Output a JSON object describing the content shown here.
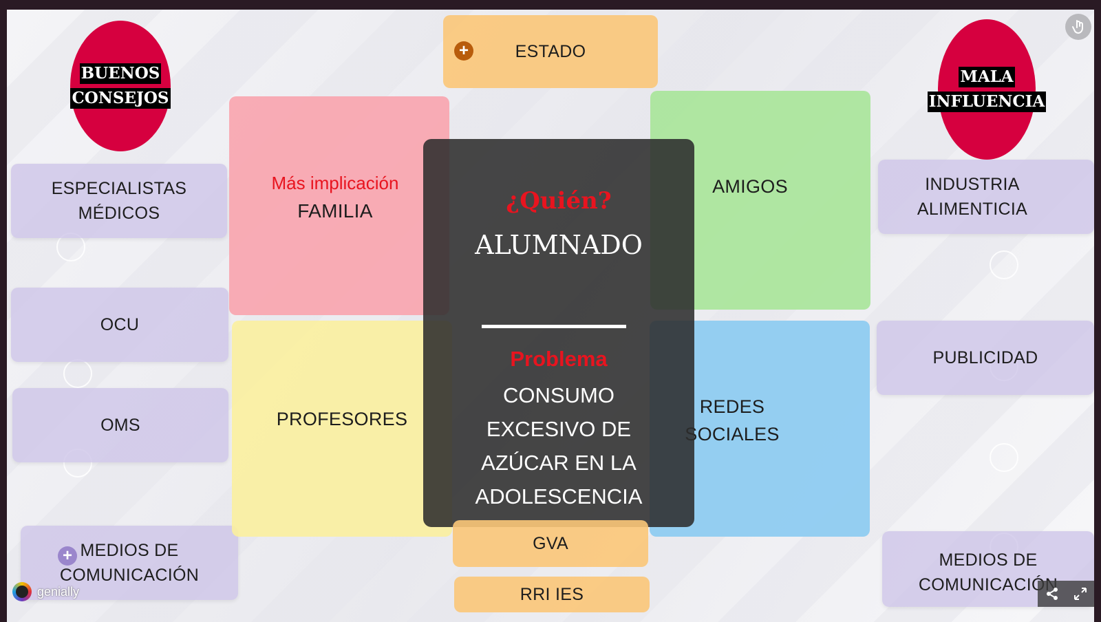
{
  "header": {
    "estado": "ESTADO"
  },
  "left": {
    "title_line1": "BUENOS",
    "title_line2": "CONSEJOS",
    "items": [
      {
        "line1": "ESPECIALISTAS",
        "line2": "MÉDICOS"
      },
      {
        "line1": "OCU"
      },
      {
        "line1": "OMS"
      },
      {
        "line1": "MEDIOS DE",
        "line2": "COMUNICACIÓN"
      }
    ]
  },
  "right": {
    "title_line1": "MALA",
    "title_line2": "INFLUENCIA",
    "items": [
      {
        "line1": "INDUSTRIA",
        "line2": "ALIMENTICIA"
      },
      {
        "line1": "PUBLICIDAD"
      },
      {
        "line1": "MEDIOS DE",
        "line2": "COMUNICACIÓN"
      }
    ]
  },
  "grid": {
    "familia_sub": "Más implicación",
    "familia": "FAMILIA",
    "amigos": "AMIGOS",
    "profesores": "PROFESORES",
    "redes_line1": "REDES",
    "redes_line2": "SOCIALES"
  },
  "center": {
    "quien": "¿Quién?",
    "alumnado": "ALUMNADO",
    "problema": "Problema",
    "problem_lines": [
      "CONSUMO",
      "EXCESIVO DE",
      "AZÚCAR EN LA",
      "ADOLESCENCIA"
    ]
  },
  "bottom": {
    "gva": "GVA",
    "rri": "RRI IES"
  },
  "brand": "genially",
  "colors": {
    "oval": "#d6003f",
    "red_text": "#e8141f",
    "lavender": "#cdc4e8",
    "orange": "#fbc778",
    "pink": "#f9a2ac",
    "green": "#a6e596",
    "yellow": "#fbf09f",
    "blue": "#8ccbf1"
  },
  "icons": [
    "plus-circle-icon",
    "touch-icon",
    "share-icon",
    "fullscreen-icon",
    "genially-logo-icon"
  ]
}
